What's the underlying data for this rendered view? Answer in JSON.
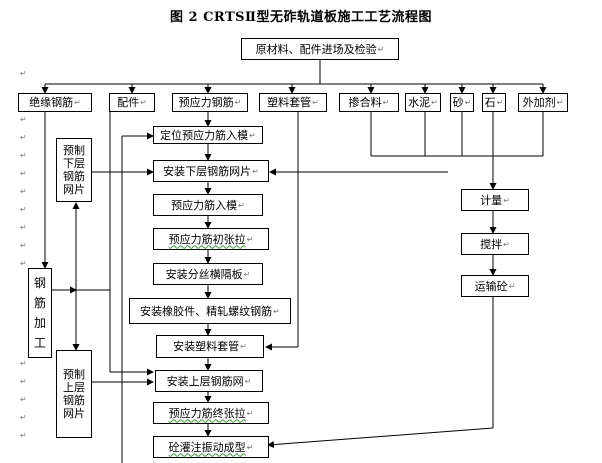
{
  "title": "图 2  CRTSⅡ型无砟轨道板施工工艺流程图",
  "paragraph_mark": "↵",
  "top_box": "原材料、配件进场及检验",
  "materials": [
    "绝缘钢筋",
    "配件",
    "预应力钢筋",
    "塑料套管",
    "掺合料",
    "水泥",
    "砂",
    "石",
    "外加剂"
  ],
  "side_boxes": {
    "lower_mesh": "预制下层钢筋网片",
    "rebar_processing": "钢筋加工",
    "upper_mesh": "预制上层钢筋网片"
  },
  "process_steps": [
    "定位预应力筋入模",
    "安装下层钢筋网片",
    "预应力筋入模",
    "预应力筋初张拉",
    "安装分丝横隔板",
    "安装橡胶件、精轧螺纹钢筋",
    "安装塑料套管",
    "安装上层钢筋网",
    "预应力筋终张拉",
    "砼灌注振动成型"
  ],
  "concrete_steps": [
    "计量",
    "搅拌",
    "运输砼"
  ]
}
